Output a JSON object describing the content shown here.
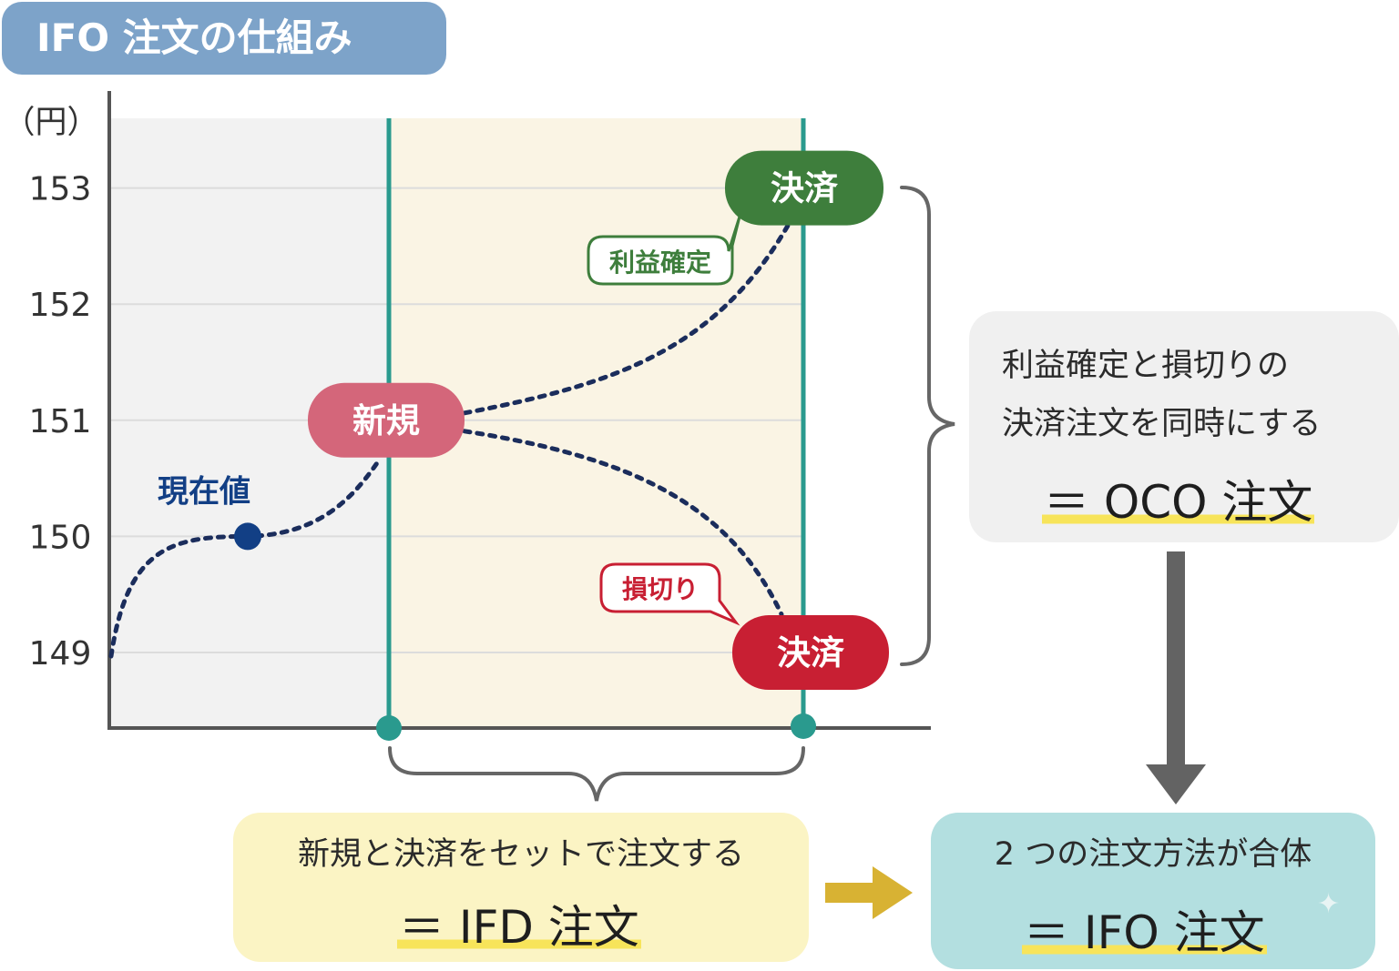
{
  "title": "IFO 注文の仕組み",
  "chart_data": {
    "type": "line",
    "ylabel": "（円）",
    "yticks": [
      153,
      152,
      151,
      150,
      149
    ],
    "ylim": [
      148.35,
      153.6
    ],
    "current_price": {
      "label": "現在値",
      "value": 150
    },
    "entry": {
      "label": "新規",
      "value": 151
    },
    "take_profit": {
      "label": "決済",
      "value": 153,
      "tag": "利益確定"
    },
    "stop_loss": {
      "label": "決済",
      "value": 149,
      "tag": "損切り"
    }
  },
  "oco": {
    "line1": "利益確定と損切りの",
    "line2": "決済注文を同時にする",
    "result": "＝ OCO 注文"
  },
  "ifd": {
    "line1": "新規と決済をセットで注文する",
    "result": "＝ IFD 注文"
  },
  "ifo": {
    "line1": "2 つの注文方法が合体",
    "result": "＝ IFO 注文"
  },
  "colors": {
    "title_bg": "#7da3c9",
    "entry": "#d4667a",
    "profit": "#3e7e3c",
    "loss": "#c81f33",
    "current": "#123f85",
    "guide_lines": "#2a9a8e",
    "order_zone": "#faf4e4",
    "arrow_yellow": "#d8b233",
    "arrow_gray": "#636363"
  }
}
